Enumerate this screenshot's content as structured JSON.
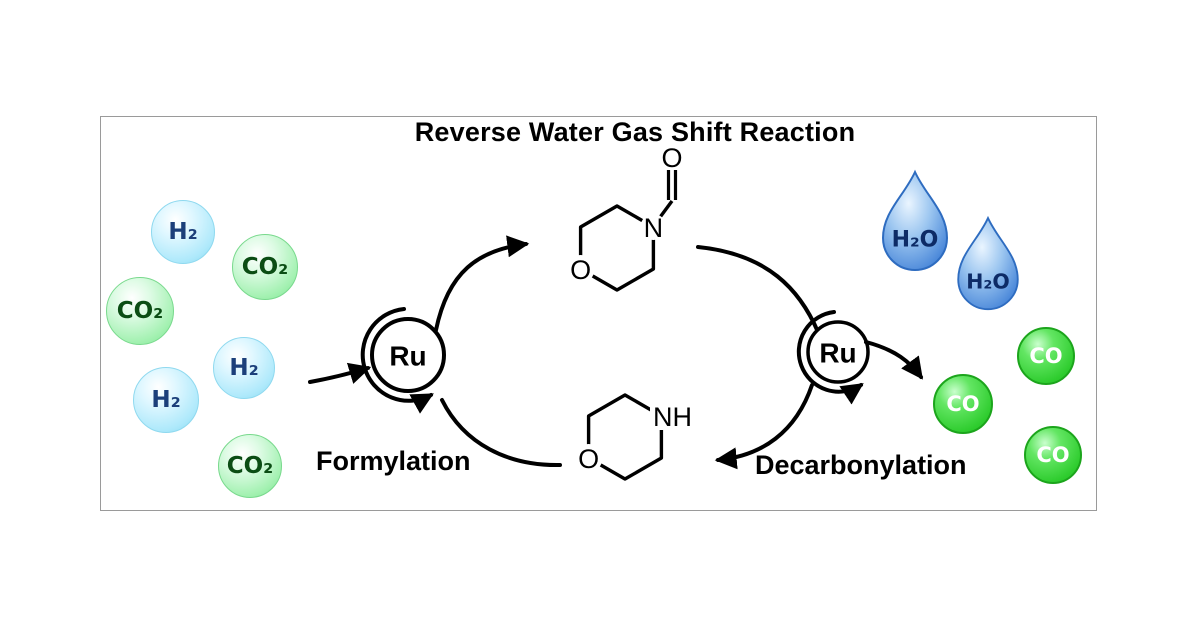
{
  "title": "Reverse Water Gas Shift Reaction",
  "process_labels": {
    "formylation": "Formylation",
    "decarbonylation": "Decarbonylation"
  },
  "catalyst": {
    "symbol": "Ru"
  },
  "species": {
    "h2": "H₂",
    "co2": "CO₂",
    "h2o": "H₂O",
    "co": "CO"
  },
  "atoms": {
    "oxygen": "O",
    "nitrogen": "N",
    "nh": "NH"
  },
  "colors": {
    "h2_bubble": "#aee9fb",
    "co2_bubble": "#a3f1b1",
    "co_bubble": "#2ecc2e",
    "h2o_drop": "#4a86d8",
    "line": "#000000"
  }
}
